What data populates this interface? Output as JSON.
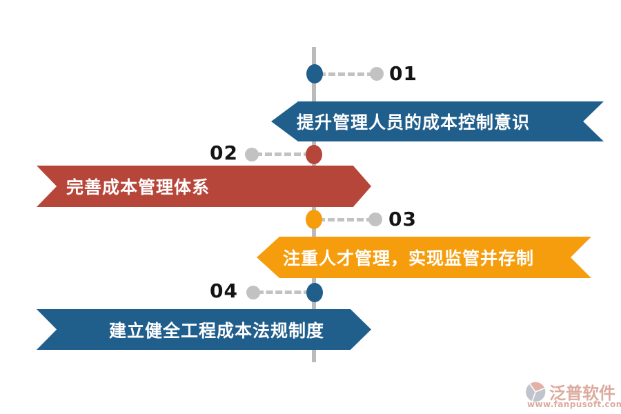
{
  "page": {
    "background": "#ffffff"
  },
  "timeline": {
    "line_color": "#BBBBBB",
    "dot_color": "#C2C2C2",
    "number_color": "#141414",
    "banner_text_color": "#FFFFFF",
    "steps": [
      {
        "number": "01",
        "label": "提升管理人员的成本控制意识",
        "color": "#205E8C",
        "side": "right"
      },
      {
        "number": "02",
        "label": "完善成本管理体系",
        "color": "#B7463A",
        "side": "left"
      },
      {
        "number": "03",
        "label": "注重人才管理，实现监管并存制",
        "color": "#F59D0D",
        "side": "right"
      },
      {
        "number": "04",
        "label": "建立健全工程成本法规制度",
        "color": "#205E8C",
        "side": "left"
      }
    ]
  },
  "watermark": {
    "brand": "泛普软件",
    "url": "www.fanpusoft.com",
    "accent_color": "#CF8A7A",
    "mark_gray": "#A9AEB9",
    "mark_salmon": "#D99486"
  }
}
